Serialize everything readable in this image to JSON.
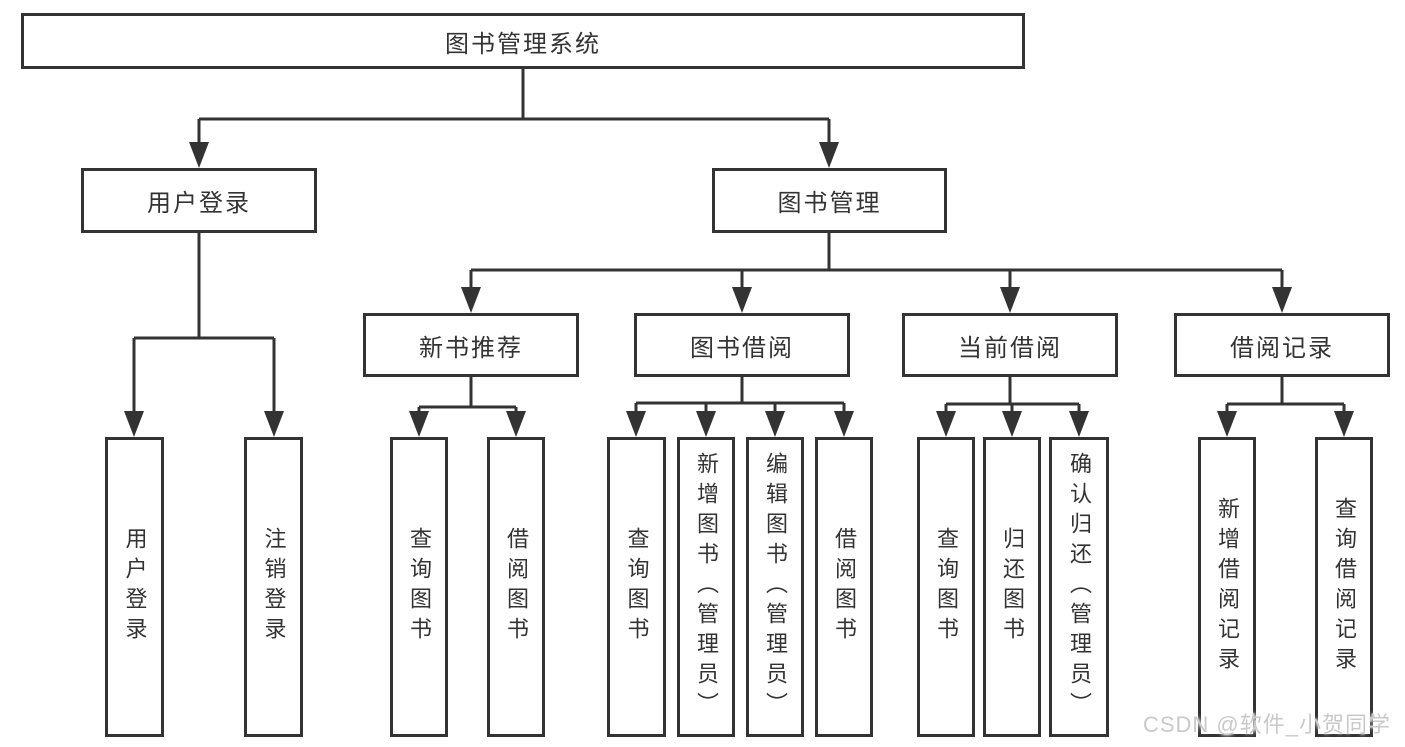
{
  "diagram": {
    "root": {
      "label": "图书管理系统"
    },
    "branches": [
      {
        "label": "用户登录",
        "children": [
          {
            "label": "用户登录"
          },
          {
            "label": "注销登录"
          }
        ]
      },
      {
        "label": "图书管理",
        "children": [
          {
            "label": "新书推荐",
            "children": [
              {
                "label": "查询图书"
              },
              {
                "label": "借阅图书"
              }
            ]
          },
          {
            "label": "图书借阅",
            "children": [
              {
                "label": "查询图书"
              },
              {
                "label": "新增图书（管理员）"
              },
              {
                "label": "编辑图书（管理员）"
              },
              {
                "label": "借阅图书"
              }
            ]
          },
          {
            "label": "当前借阅",
            "children": [
              {
                "label": "查询图书"
              },
              {
                "label": "归还图书"
              },
              {
                "label": "确认归还（管理员）"
              }
            ]
          },
          {
            "label": "借阅记录",
            "children": [
              {
                "label": "新增借阅记录"
              },
              {
                "label": "查询借阅记录"
              }
            ]
          }
        ]
      }
    ]
  },
  "watermark": {
    "text": "CSDN @软件_小贺同学"
  },
  "colors": {
    "background": "#ffffff",
    "line": "#333333",
    "box_border": "#333333",
    "box_fill": "#ffffff",
    "text": "#333333",
    "watermark": "#c9c9c9"
  }
}
